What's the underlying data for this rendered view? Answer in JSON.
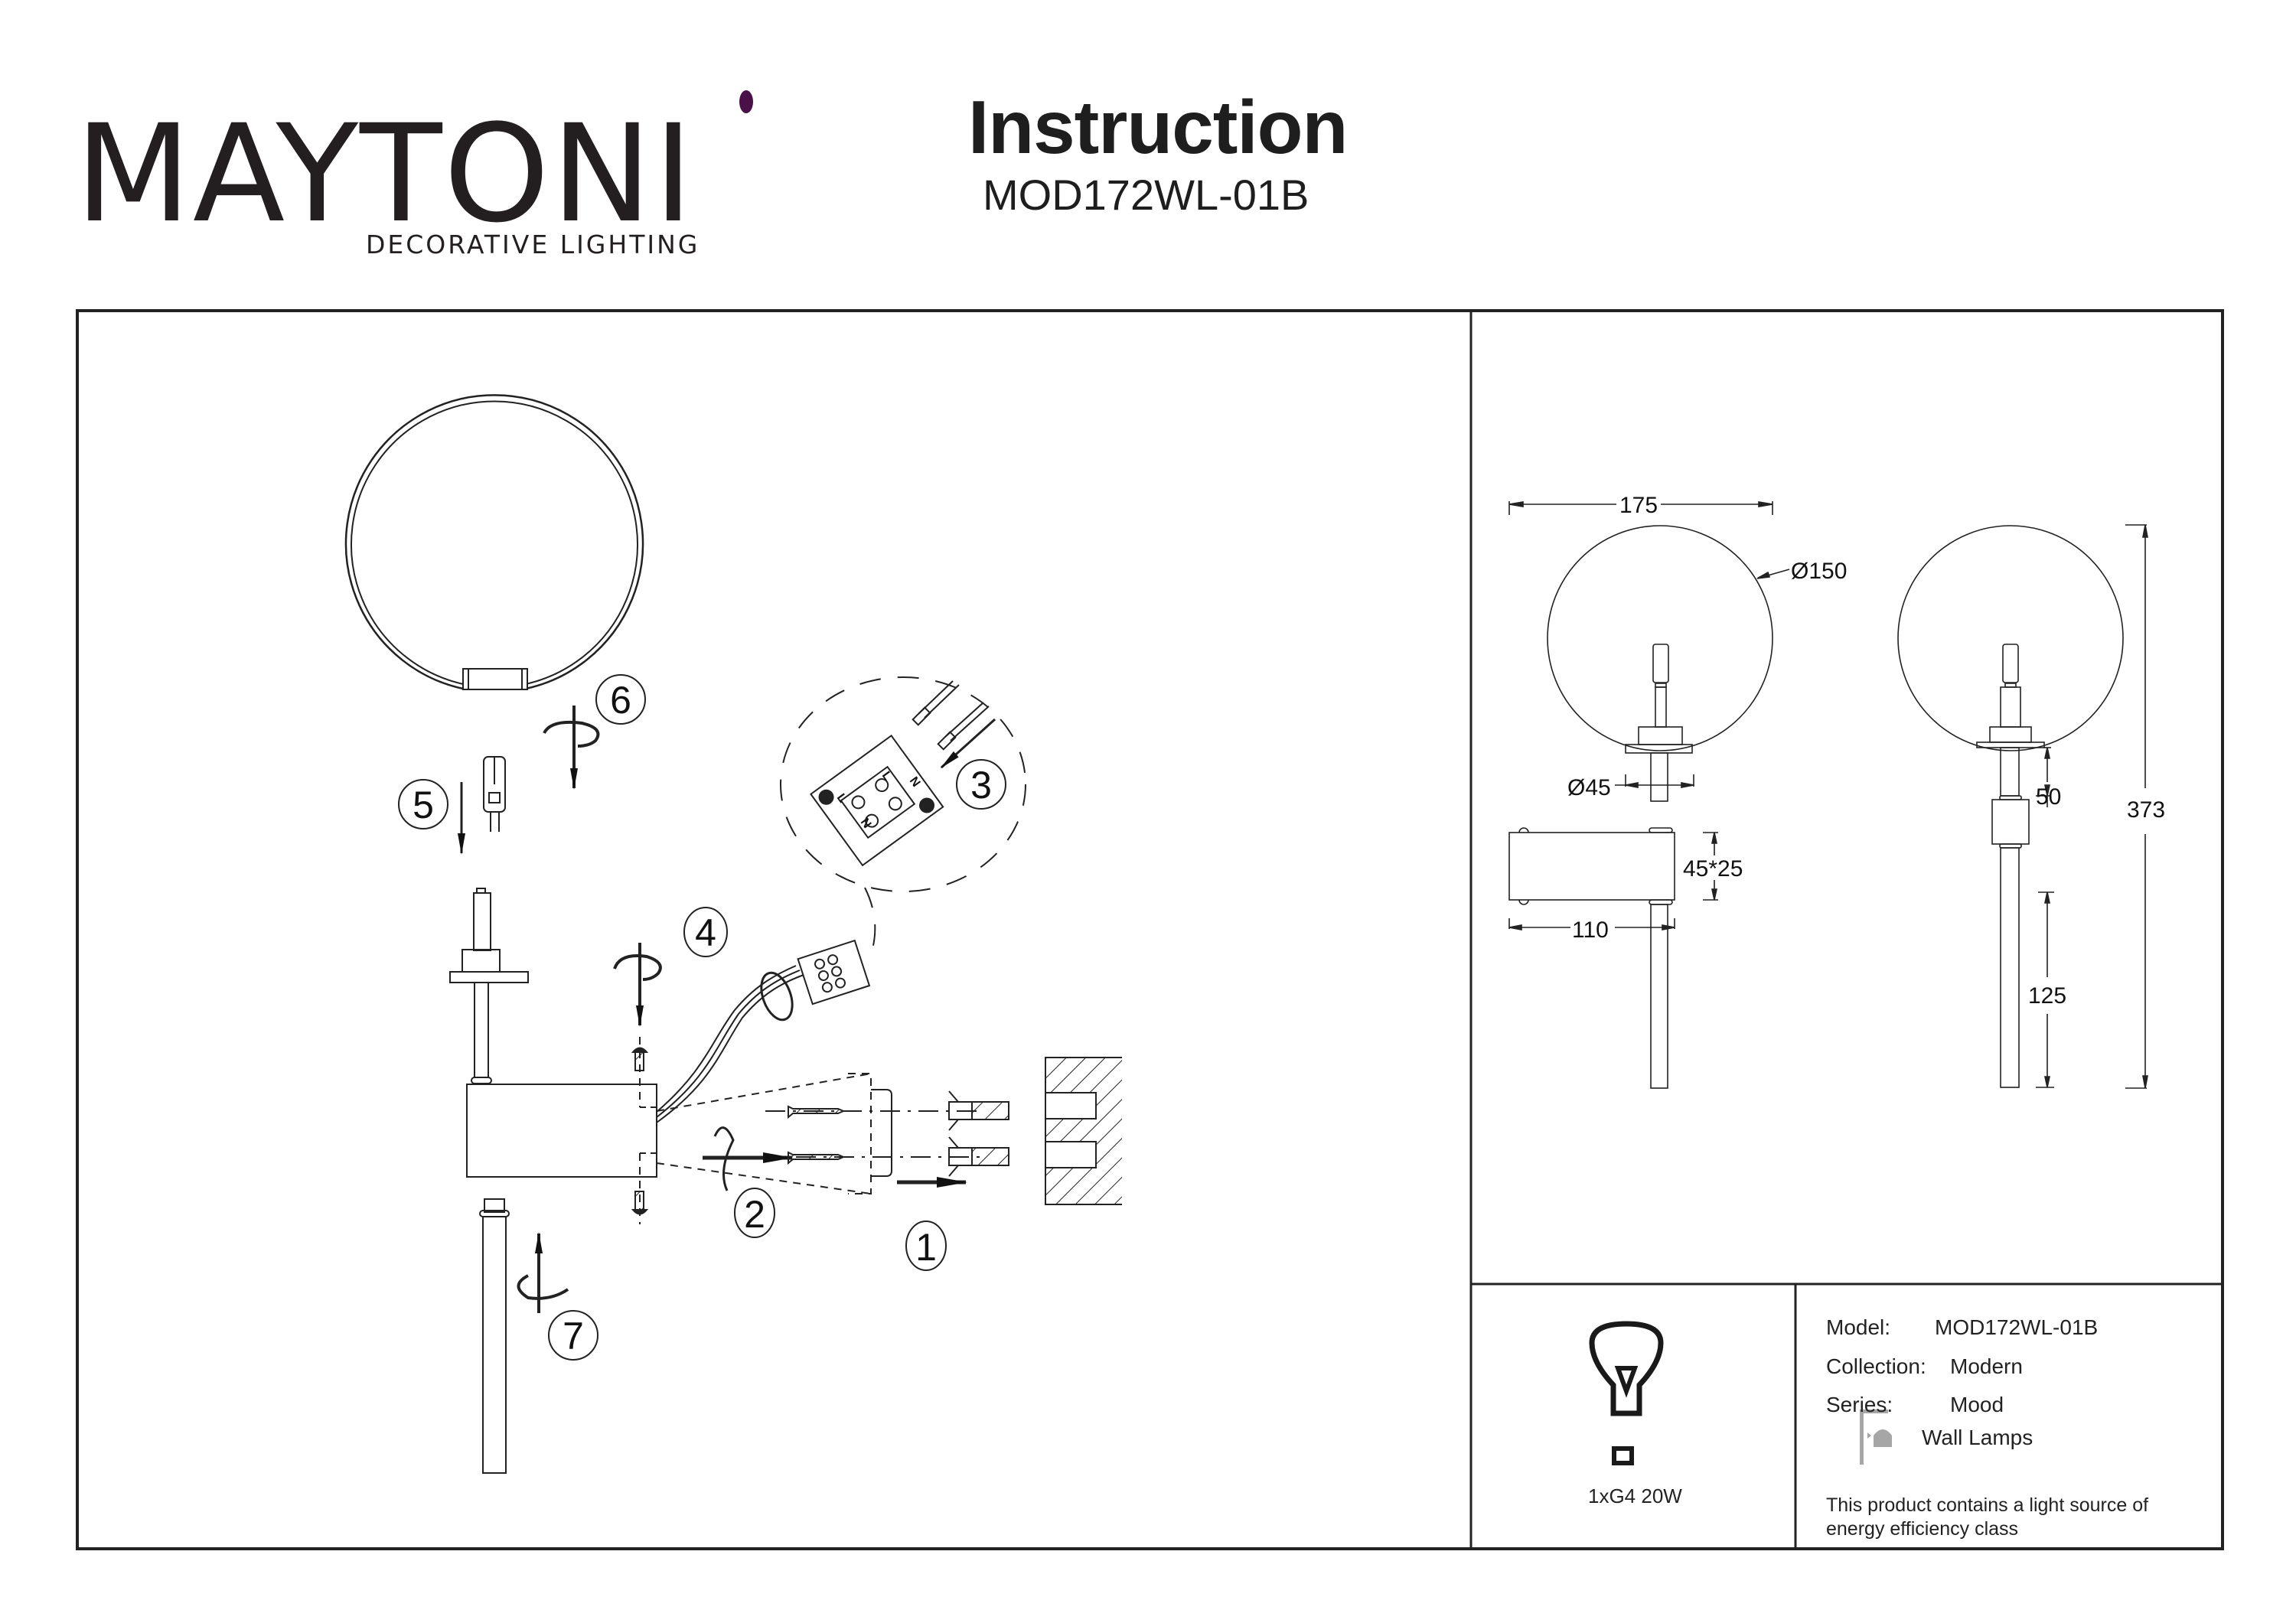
{
  "brand": {
    "name": "MAYTONI",
    "tagline": "DECORATIVE LIGHTING",
    "accent_color": "#4a1048",
    "text_color": "#231f20"
  },
  "header": {
    "title": "Instruction",
    "model_code": "MOD172WL-01B"
  },
  "assembly": {
    "steps": [
      "1",
      "2",
      "3",
      "4",
      "5",
      "6",
      "7"
    ],
    "terminal_labels": [
      "L",
      "N",
      "L",
      "N"
    ]
  },
  "dimensions": {
    "units": "mm",
    "overall_width": "175",
    "shade_diameter": "Ø150",
    "canopy_diameter": "Ø45",
    "box_section": "45*25",
    "projection": "110",
    "upper_rod": "50",
    "lower_rod": "125",
    "overall_height": "373"
  },
  "bulb": {
    "icon": "light-bulb-icon",
    "spec": "1xG4 20W"
  },
  "specs": [
    {
      "label": "Model:",
      "value": "MOD172WL-01B"
    },
    {
      "label": "Collection:",
      "value": "Modern"
    },
    {
      "label": "Series:",
      "value": "Mood"
    }
  ],
  "category": {
    "icon": "wall-lamp-icon",
    "label": "Wall Lamps"
  },
  "energy_note": "This product contains a light source of energy efficiency class"
}
